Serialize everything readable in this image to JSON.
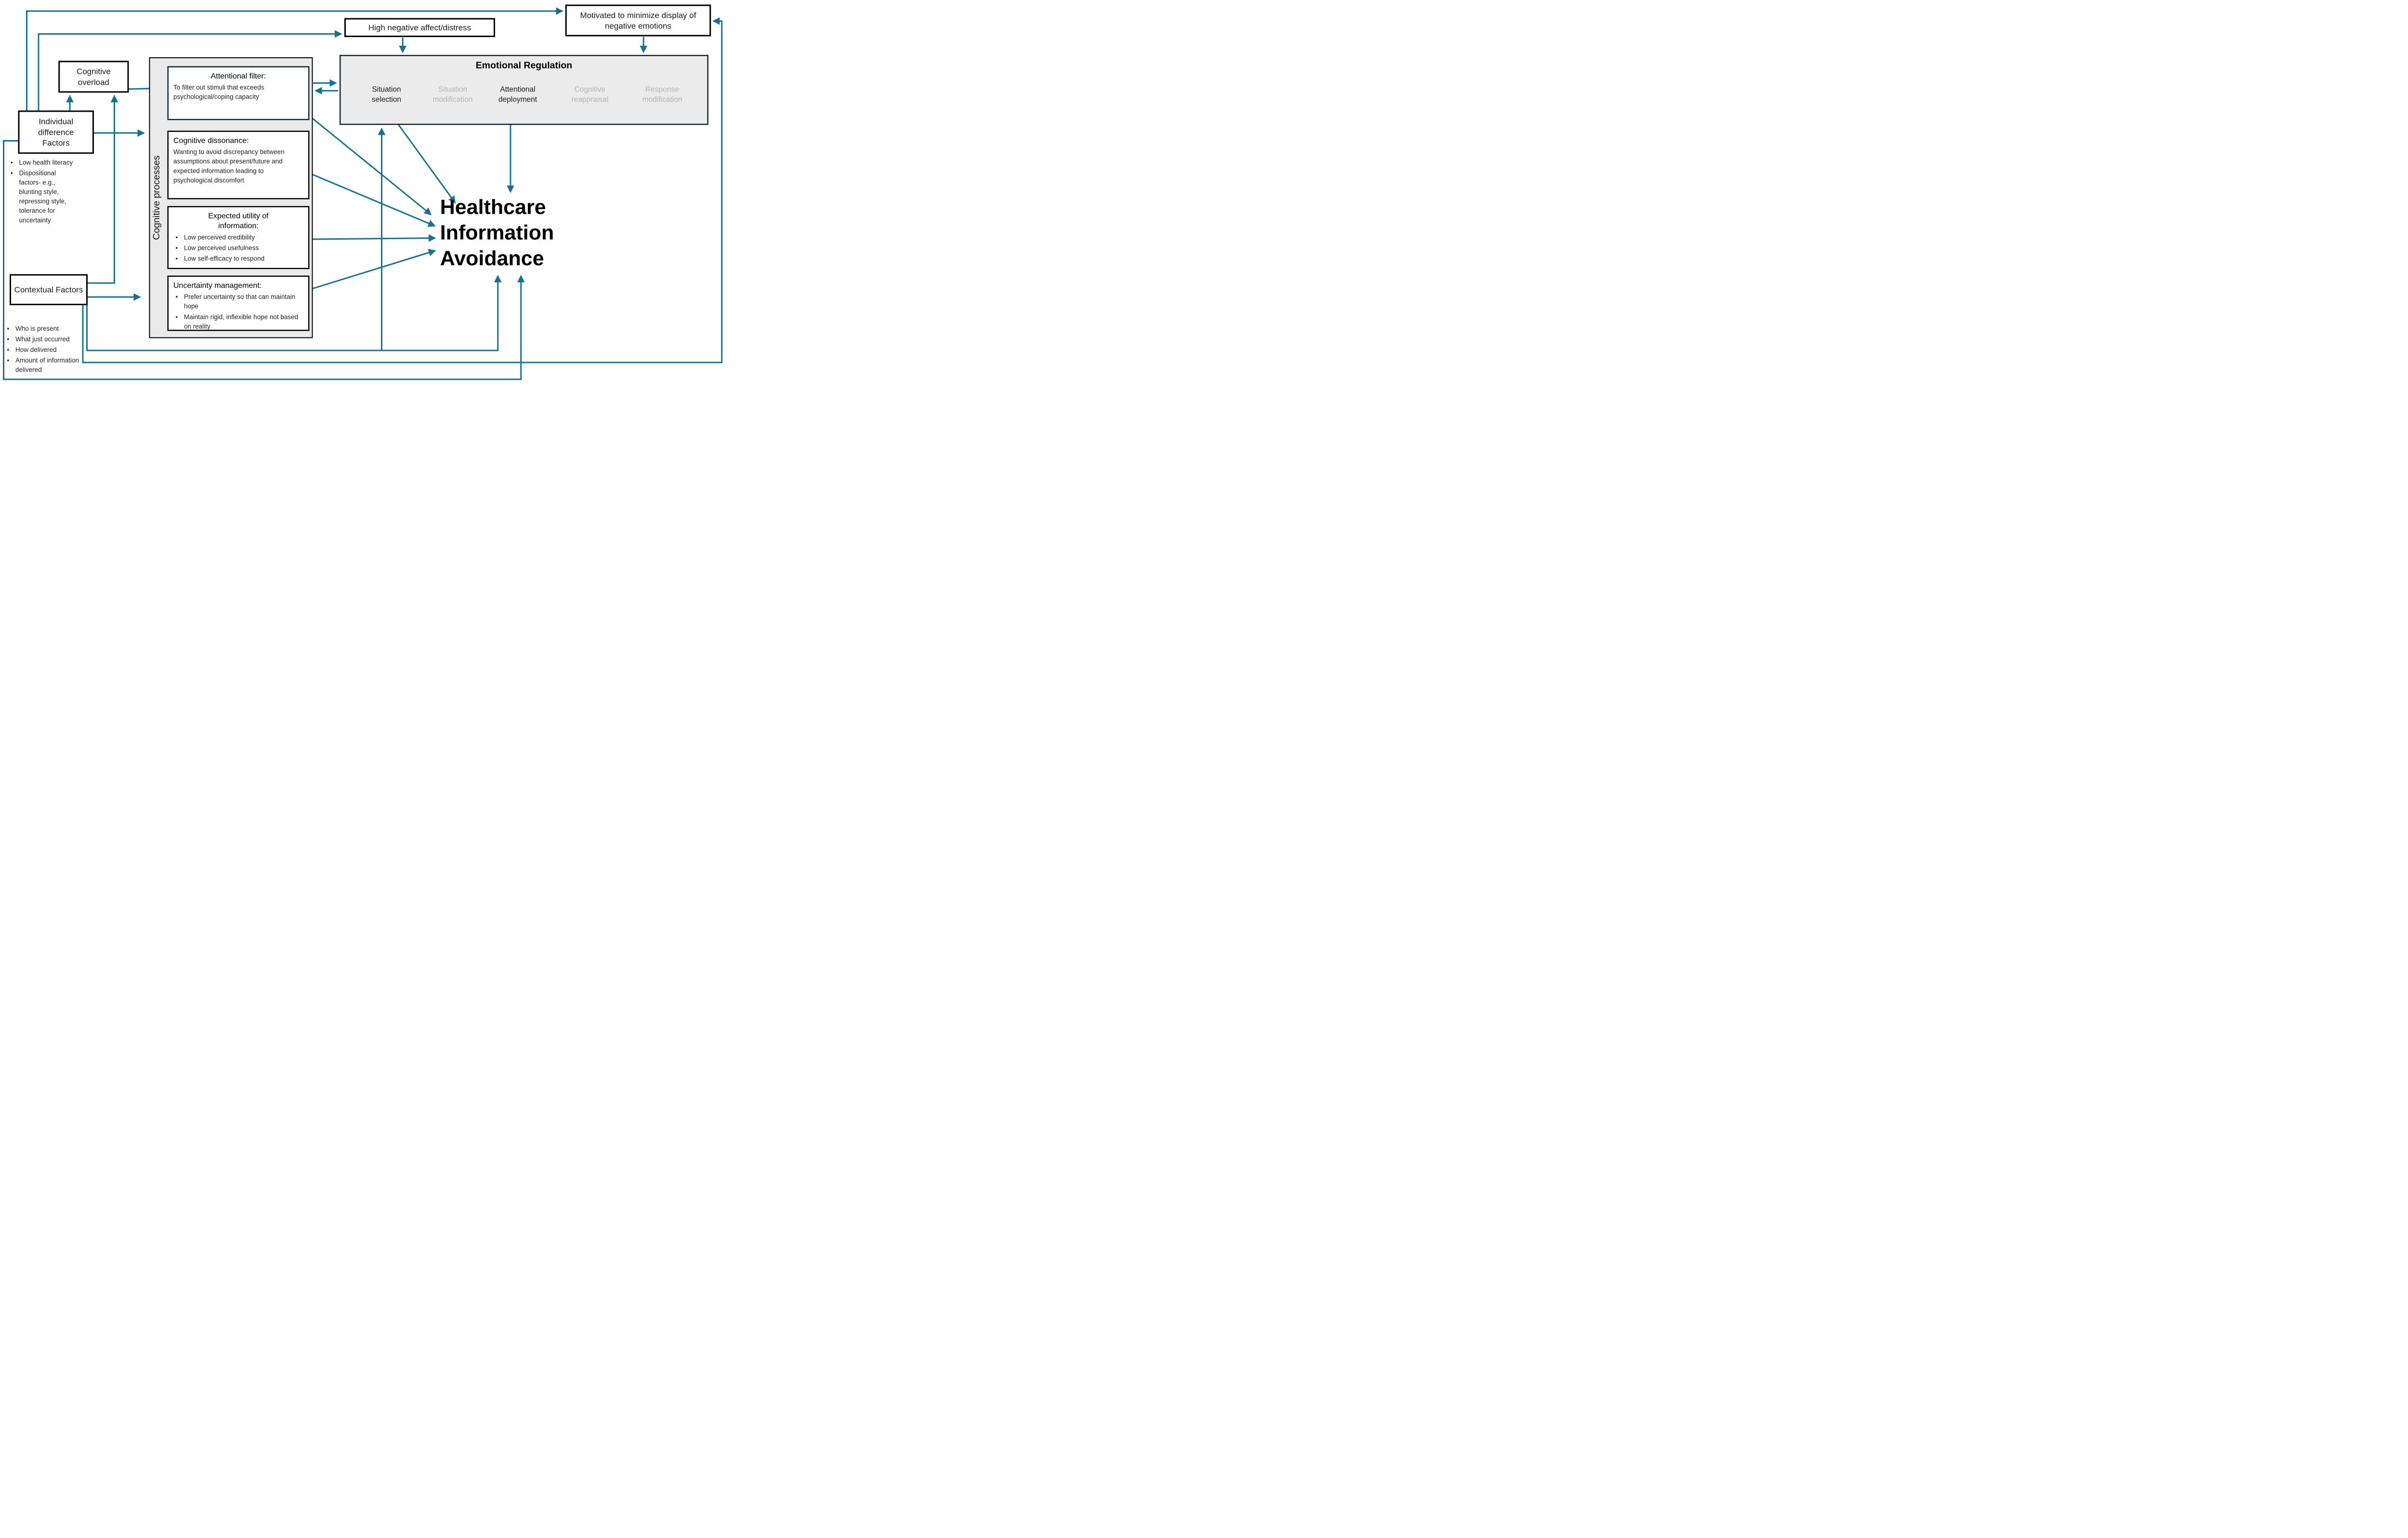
{
  "top_boxes": {
    "high_negative": "High negative affect/distress",
    "motivated": "Motivated to minimize display of negative emotions"
  },
  "emotional_regulation": {
    "title": "Emotional Regulation",
    "stages": [
      {
        "label": "Situation selection",
        "active": true
      },
      {
        "label": "Situation modification",
        "active": false
      },
      {
        "label": "Attentional deployment",
        "active": true
      },
      {
        "label": "Cognitive reappraisal",
        "active": false
      },
      {
        "label": "Response modification",
        "active": false
      }
    ]
  },
  "cognitive_overload": {
    "title": "Cognitive overload"
  },
  "individual_difference": {
    "title": "Individual difference Factors",
    "bullets": [
      "Low health literacy",
      "Dispositional factors- e.g., blunting style, repressing style, tolerance for uncertainty"
    ]
  },
  "contextual": {
    "title": "Contextual Factors",
    "bullets": [
      "Who is present",
      "What just occurred",
      "How delivered",
      "Amount of information delivered"
    ]
  },
  "cognitive_processes": {
    "label": "Cognitive processes",
    "boxes": [
      {
        "title": "Attentional filter:",
        "body": "To filter out stimuli that exceeds psychological/coping capacity"
      },
      {
        "title": "Cognitive dissonance:",
        "body": "Wanting to avoid discrepancy between assumptions about present/future and expected information leading to psychological discomfort"
      },
      {
        "title": "Expected utility of information:",
        "bullets": [
          "Low perceived credibility",
          "Low perceived usefulness",
          "Low self-efficacy to respond"
        ]
      },
      {
        "title": "Uncertainty management:",
        "bullets": [
          "Prefer uncertainty so that can maintain hope",
          "Maintain rigid, inflexible hope not based on reality"
        ]
      }
    ]
  },
  "outcome": {
    "lines": [
      "Healthcare",
      "Information",
      "Avoidance"
    ]
  },
  "colors": {
    "arrow": "#17718F",
    "panel_fill": "#EBEBEB",
    "panel_border": "#14242E",
    "inactive_stage": "#B3B3B3"
  }
}
